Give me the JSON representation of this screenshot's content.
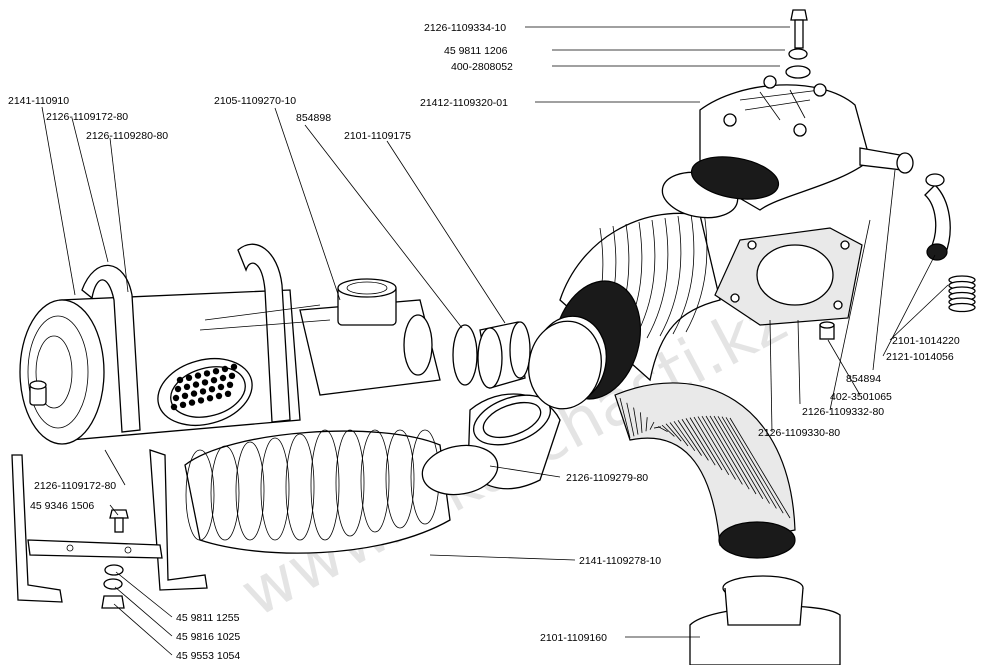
{
  "watermark": "www.sikarchasti.kz",
  "labels": [
    {
      "id": "l01",
      "text": "2126-1109334-10"
    },
    {
      "id": "l02",
      "text": "45 9811 1206"
    },
    {
      "id": "l03",
      "text": "400-2808052"
    },
    {
      "id": "l04",
      "text": "21412-1109320-01"
    },
    {
      "id": "l05",
      "text": "2141-110910"
    },
    {
      "id": "l06",
      "text": "2126-1109172-80"
    },
    {
      "id": "l07",
      "text": "2126-1109280-80"
    },
    {
      "id": "l08",
      "text": "2105-1109270-10"
    },
    {
      "id": "l09",
      "text": "854898"
    },
    {
      "id": "l10",
      "text": "2101-1109175"
    },
    {
      "id": "l11",
      "text": "2101-1014220"
    },
    {
      "id": "l12",
      "text": "2121-1014056"
    },
    {
      "id": "l13",
      "text": "854894"
    },
    {
      "id": "l14",
      "text": "402-3501065"
    },
    {
      "id": "l15",
      "text": "2126-1109332-80"
    },
    {
      "id": "l16",
      "text": "2126-1109330-80"
    },
    {
      "id": "l17",
      "text": "2126-1109172-80"
    },
    {
      "id": "l18",
      "text": "45 9346 1506"
    },
    {
      "id": "l19",
      "text": "2126-1109279-80"
    },
    {
      "id": "l20",
      "text": "2141-1109278-10"
    },
    {
      "id": "l21",
      "text": "45 9811 1255"
    },
    {
      "id": "l22",
      "text": "45 9816 1025"
    },
    {
      "id": "l23",
      "text": "45 9553 1054"
    },
    {
      "id": "l24",
      "text": "2101-1109160"
    }
  ]
}
